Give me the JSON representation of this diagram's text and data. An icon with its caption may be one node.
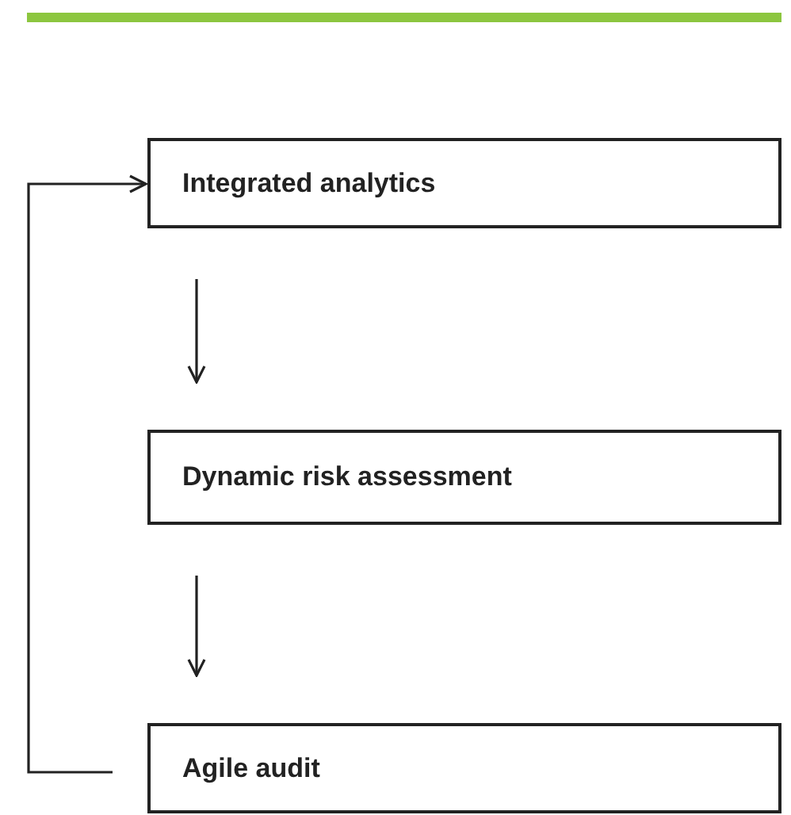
{
  "diagram": {
    "nodes": [
      {
        "text": [
          "Integrated analytics"
        ]
      },
      {
        "text": [
          "Dynamic risk assessment"
        ]
      },
      {
        "text": [
          "Agile audit"
        ]
      }
    ],
    "edges": [
      {
        "from": 0,
        "to": 1,
        "arrow": "to"
      },
      {
        "from": 1,
        "to": 2,
        "arrow": "to"
      },
      {
        "from": 2,
        "to": 0,
        "arrow": "to"
      }
    ]
  }
}
